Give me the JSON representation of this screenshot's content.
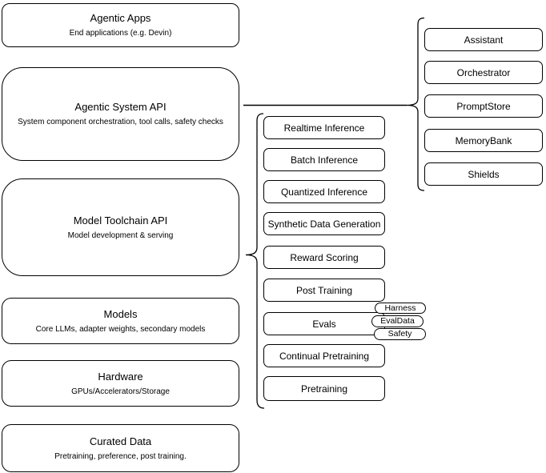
{
  "diagram": {
    "left_stack": [
      {
        "title": "Agentic Apps",
        "subtitle": "End applications (e.g. Devin)"
      },
      {
        "title": "Agentic System API",
        "subtitle": "System component orchestration, tool calls, safety checks"
      },
      {
        "title": "Model Toolchain API",
        "subtitle": "Model development & serving"
      },
      {
        "title": "Models",
        "subtitle": "Core LLMs, adapter weights, secondary models"
      },
      {
        "title": "Hardware",
        "subtitle": "GPUs/Accelerators/Storage"
      },
      {
        "title": "Curated Data",
        "subtitle": "Pretraining, preference, post training."
      }
    ],
    "toolchain_services": [
      "Realtime Inference",
      "Batch Inference",
      "Quantized Inference",
      "Synthetic Data Generation",
      "Reward Scoring",
      "Post Training",
      "Evals",
      "Continual Pretraining",
      "Pretraining"
    ],
    "eval_tags": [
      "Harness",
      "EvalData",
      "Safety"
    ],
    "system_components": [
      "Assistant",
      "Orchestrator",
      "PromptStore",
      "MemoryBank",
      "Shields"
    ],
    "colors": {
      "border": "#000000",
      "background": "#ffffff",
      "text": "#000000"
    }
  }
}
